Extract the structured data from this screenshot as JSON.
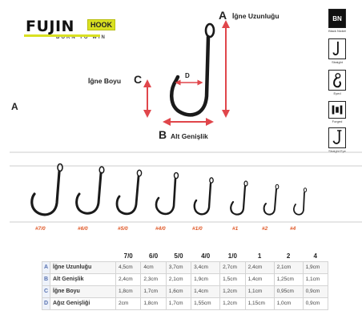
{
  "logo": {
    "word": "FUJIN",
    "tag": "HOOK",
    "slogan": "BORN TO WIN"
  },
  "diagram": {
    "a_letter": "A",
    "a_text": "İğne Uzunluğu",
    "b_letter": "B",
    "b_text": "Alt Genişlik",
    "c_letter": "C",
    "c_text": "İğne Boyu",
    "d_letter": "D"
  },
  "side_letter": "A",
  "badges": [
    {
      "symbol": "BN",
      "caption": "Black Nickel"
    },
    {
      "symbol": "",
      "caption": "Straight"
    },
    {
      "symbol": "",
      "caption": "Eyed"
    },
    {
      "symbol": "",
      "caption": "Forged"
    },
    {
      "symbol": "",
      "caption": "Straight Eye"
    }
  ],
  "sizes": [
    "#7/0",
    "#6/0",
    "#5/0",
    "#4/0",
    "#1/0",
    "#1",
    "#2",
    "#4"
  ],
  "table": {
    "columns": [
      "7/0",
      "6/0",
      "5/0",
      "4/0",
      "1/0",
      "1",
      "2",
      "4"
    ],
    "rows": [
      {
        "letter": "A",
        "name": "İğne Uzunluğu",
        "values": [
          "4,5cm",
          "4cm",
          "3,7cm",
          "3,4cm",
          "2,7cm",
          "2,4cm",
          "2,1cm",
          "1,9cm"
        ]
      },
      {
        "letter": "B",
        "name": "Alt Genişlik",
        "values": [
          "2,4cm",
          "2,3cm",
          "2,1cm",
          "1,9cm",
          "1,5cm",
          "1,4cm",
          "1,25cm",
          "1,1cm"
        ]
      },
      {
        "letter": "C",
        "name": "İğne Boyu",
        "values": [
          "1,8cm",
          "1,7cm",
          "1,6cm",
          "1,4cm",
          "1,2cm",
          "1,1cm",
          "0,95cm",
          "0,9cm"
        ]
      },
      {
        "letter": "D",
        "name": "Ağız Genişliği",
        "values": [
          "2cm",
          "1,8cm",
          "1,7cm",
          "1,55cm",
          "1,2cm",
          "1,15cm",
          "1,0cm",
          "0,9cm"
        ]
      }
    ]
  }
}
